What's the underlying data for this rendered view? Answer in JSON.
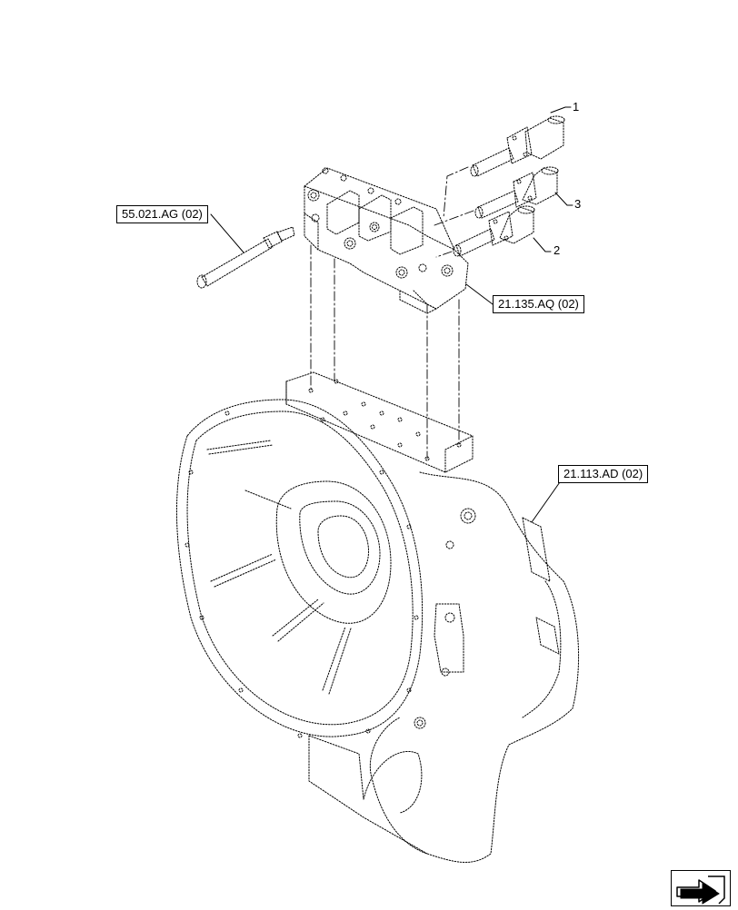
{
  "references": {
    "ref_55021": "55.021.AG (02)",
    "ref_21135": "21.135.AQ (02)",
    "ref_21113": "21.113.AD (02)"
  },
  "callouts": {
    "item_1": "1",
    "item_2": "2",
    "item_3": "3"
  },
  "icons": {
    "navigation": "next-page-arrow-icon"
  },
  "colors": {
    "line": "#000000",
    "background": "#ffffff"
  }
}
